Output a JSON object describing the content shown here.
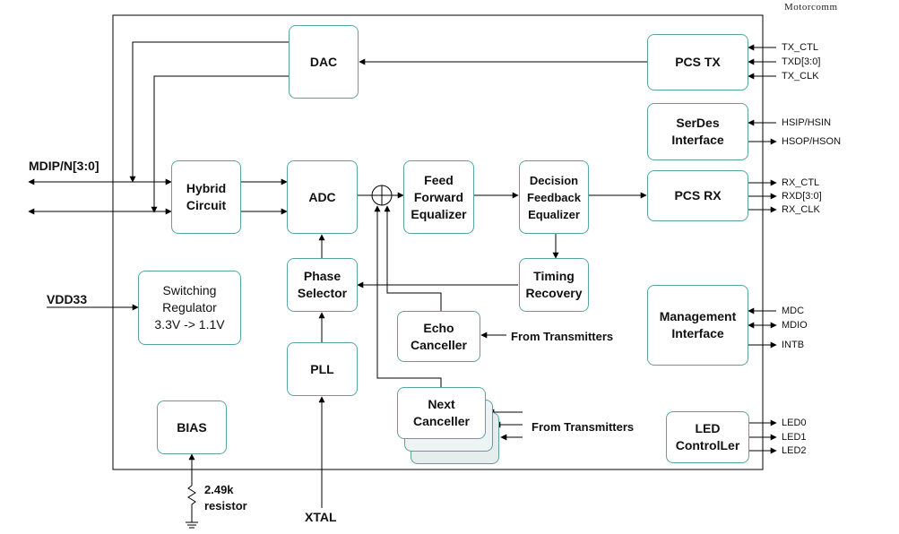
{
  "brand": "Motorcomm",
  "blocks": {
    "dac": "DAC",
    "pcs_tx": "PCS TX",
    "serdes": "SerDes\nInterface",
    "hybrid": "Hybrid\nCircuit",
    "adc": "ADC",
    "ffe": "Feed\nForward\nEqualizer",
    "dfe": "Decision\nFeedback\nEqualizer",
    "pcs_rx": "PCS RX",
    "switching_regulator": "Switching\nRegulator\n3.3V -> 1.1V",
    "phase_selector": "Phase\nSelector",
    "timing_recovery": "Timing\nRecovery",
    "echo": "Echo\nCanceller",
    "management": "Management\nInterface",
    "pll": "PLL",
    "next": "Next\nCanceller",
    "bias": "BIAS",
    "led": "LED\nControlLer"
  },
  "signals": {
    "tx_ctl": "TX_CTL",
    "txd": "TXD[3:0]",
    "tx_clk": "TX_CLK",
    "hsip": "HSIP/HSIN",
    "hsop": "HSOP/HSON",
    "rx_ctl": "RX_CTL",
    "rxd": "RXD[3:0]",
    "rx_clk": "RX_CLK",
    "mdc": "MDC",
    "mdio": "MDIO",
    "intb": "INTB",
    "led0": "LED0",
    "led1": "LED1",
    "led2": "LED2"
  },
  "external": {
    "mdip": "MDIP/N[3:0]",
    "vdd33": "VDD33",
    "from_tx_echo": "From Transmitters",
    "from_tx_next": "From Transmitters",
    "resistor": "2.49k\nresistor",
    "xtal": "XTAL"
  }
}
